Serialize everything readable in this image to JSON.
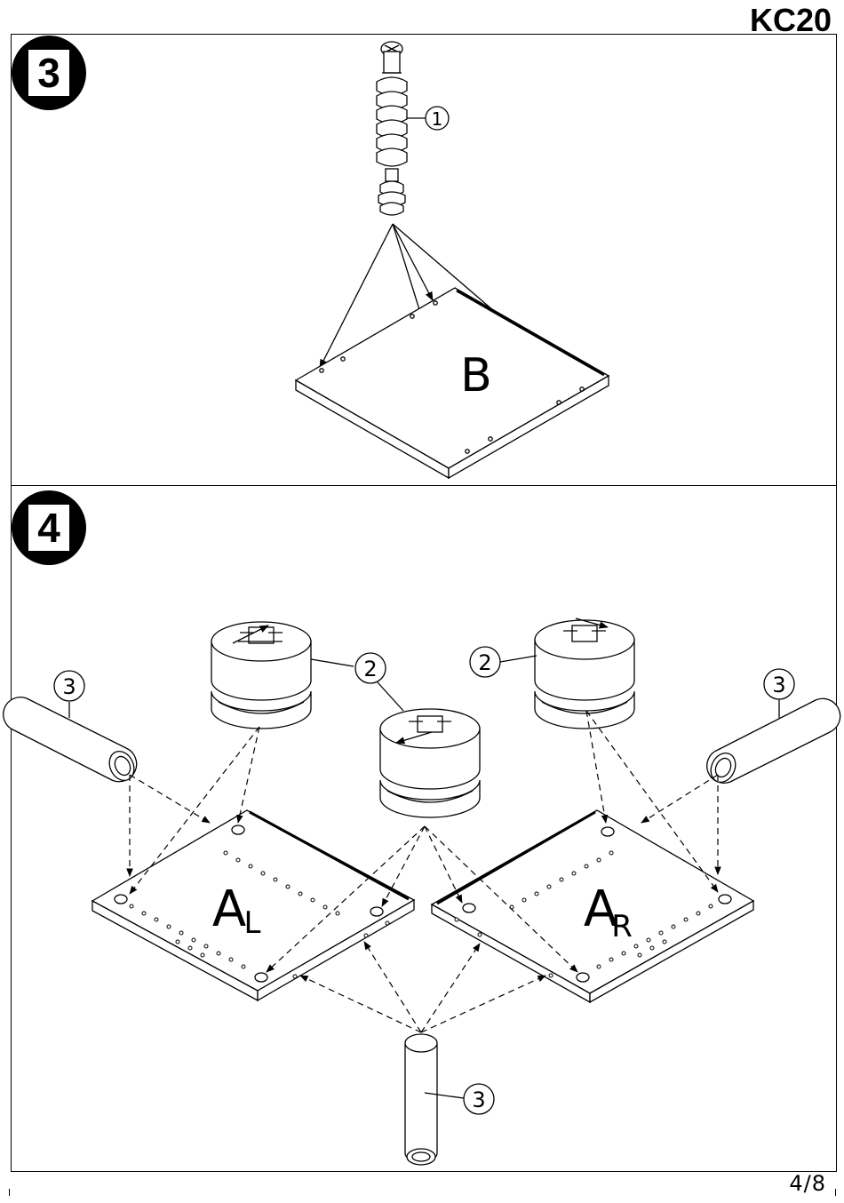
{
  "header": {
    "model_code": "KC20"
  },
  "steps": [
    {
      "number": "3",
      "panel_label": "B",
      "callouts": [
        "1"
      ]
    },
    {
      "number": "4",
      "panel_labels": {
        "left": "A",
        "left_sub": "L",
        "right": "A",
        "right_sub": "R"
      },
      "callouts": [
        "2",
        "2",
        "3",
        "3",
        "3"
      ]
    }
  ],
  "footer": {
    "page": "4/8"
  }
}
